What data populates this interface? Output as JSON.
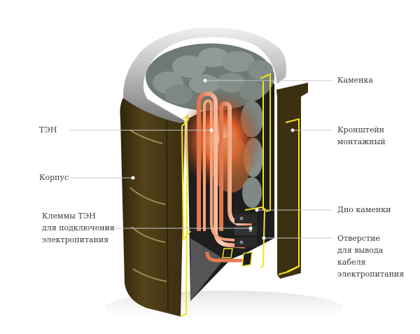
{
  "diagram": {
    "subject": "Electric sauna heater cutaway",
    "colors": {
      "body": "#4a3a14",
      "body_dark": "#2e240c",
      "rim": "#c8c8c8",
      "stones": "#7f8a84",
      "heating_element": "#f08a5a",
      "glow": "#e85a1c",
      "section_outline": "#f2e41c",
      "callout_line": "#c8c8c8",
      "text": "#3a3a3a"
    },
    "labels": {
      "kamenka": "Каменка",
      "kronshtein": [
        "Кронштейн",
        "монтажный"
      ],
      "ten": "ТЭН",
      "korpus": "Корпус",
      "klemmy": [
        "Клеммы ТЭН",
        "для подключения",
        "электропитания"
      ],
      "dno": "Дно каменки",
      "otverstie": [
        "Отверстие",
        "для вывода",
        "кабеля",
        "электропитания"
      ]
    }
  }
}
